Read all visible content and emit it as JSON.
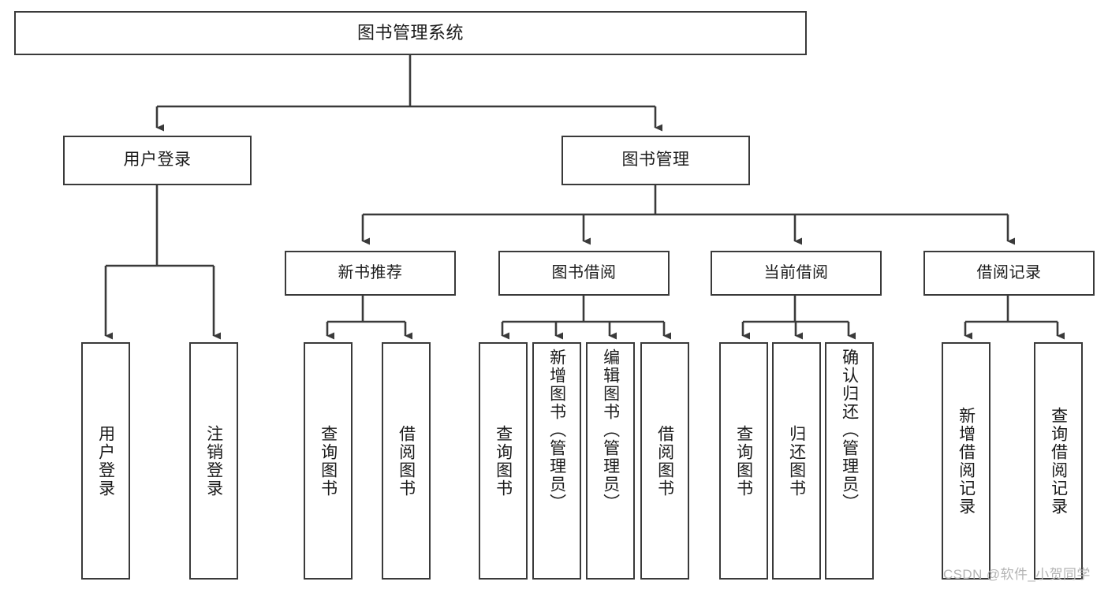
{
  "diagram": {
    "title": "图书管理系统",
    "type": "hierarchy-tree",
    "watermark": "CSDN @软件_小贺同学",
    "colors": {
      "background": "#ffffff",
      "box_border": "#3a3a3a",
      "box_fill": "#ffffff",
      "connector": "#3a3a3a",
      "text": "#1b1b1b",
      "watermark": "#b4b4b4"
    },
    "nodes": {
      "root": {
        "id": "root",
        "label": "图书管理系统",
        "level": 1
      },
      "level2": [
        {
          "id": "user-login",
          "label": "用户登录",
          "level": 2
        },
        {
          "id": "book-manage",
          "label": "图书管理",
          "level": 2
        }
      ],
      "level3": [
        {
          "id": "new-book-recommend",
          "label": "新书推荐",
          "level": 3,
          "parent": "book-manage"
        },
        {
          "id": "book-borrow",
          "label": "图书借阅",
          "level": 3,
          "parent": "book-manage"
        },
        {
          "id": "current-borrow",
          "label": "当前借阅",
          "level": 3,
          "parent": "book-manage"
        },
        {
          "id": "borrow-record",
          "label": "借阅记录",
          "level": 3,
          "parent": "book-manage"
        }
      ],
      "leaves": [
        {
          "id": "leaf-user-login",
          "label": "用户登录",
          "parent": "user-login"
        },
        {
          "id": "leaf-logout",
          "label": "注销登录",
          "parent": "user-login"
        },
        {
          "id": "leaf-query-book-1",
          "label": "查询图书",
          "parent": "new-book-recommend"
        },
        {
          "id": "leaf-borrow-book-1",
          "label": "借阅图书",
          "parent": "new-book-recommend"
        },
        {
          "id": "leaf-query-book-2",
          "label": "查询图书",
          "parent": "book-borrow"
        },
        {
          "id": "leaf-add-book",
          "label": "新增图书（管理员）",
          "parent": "book-borrow"
        },
        {
          "id": "leaf-edit-book",
          "label": "编辑图书（管理员）",
          "parent": "book-borrow"
        },
        {
          "id": "leaf-borrow-book-2",
          "label": "借阅图书",
          "parent": "book-borrow"
        },
        {
          "id": "leaf-query-book-3",
          "label": "查询图书",
          "parent": "current-borrow"
        },
        {
          "id": "leaf-return-book",
          "label": "归还图书",
          "parent": "current-borrow"
        },
        {
          "id": "leaf-confirm-return",
          "label": "确认归还（管理员）",
          "parent": "current-borrow"
        },
        {
          "id": "leaf-add-record",
          "label": "新增借阅记录",
          "parent": "borrow-record"
        },
        {
          "id": "leaf-query-record",
          "label": "查询借阅记录",
          "parent": "borrow-record"
        }
      ]
    }
  }
}
